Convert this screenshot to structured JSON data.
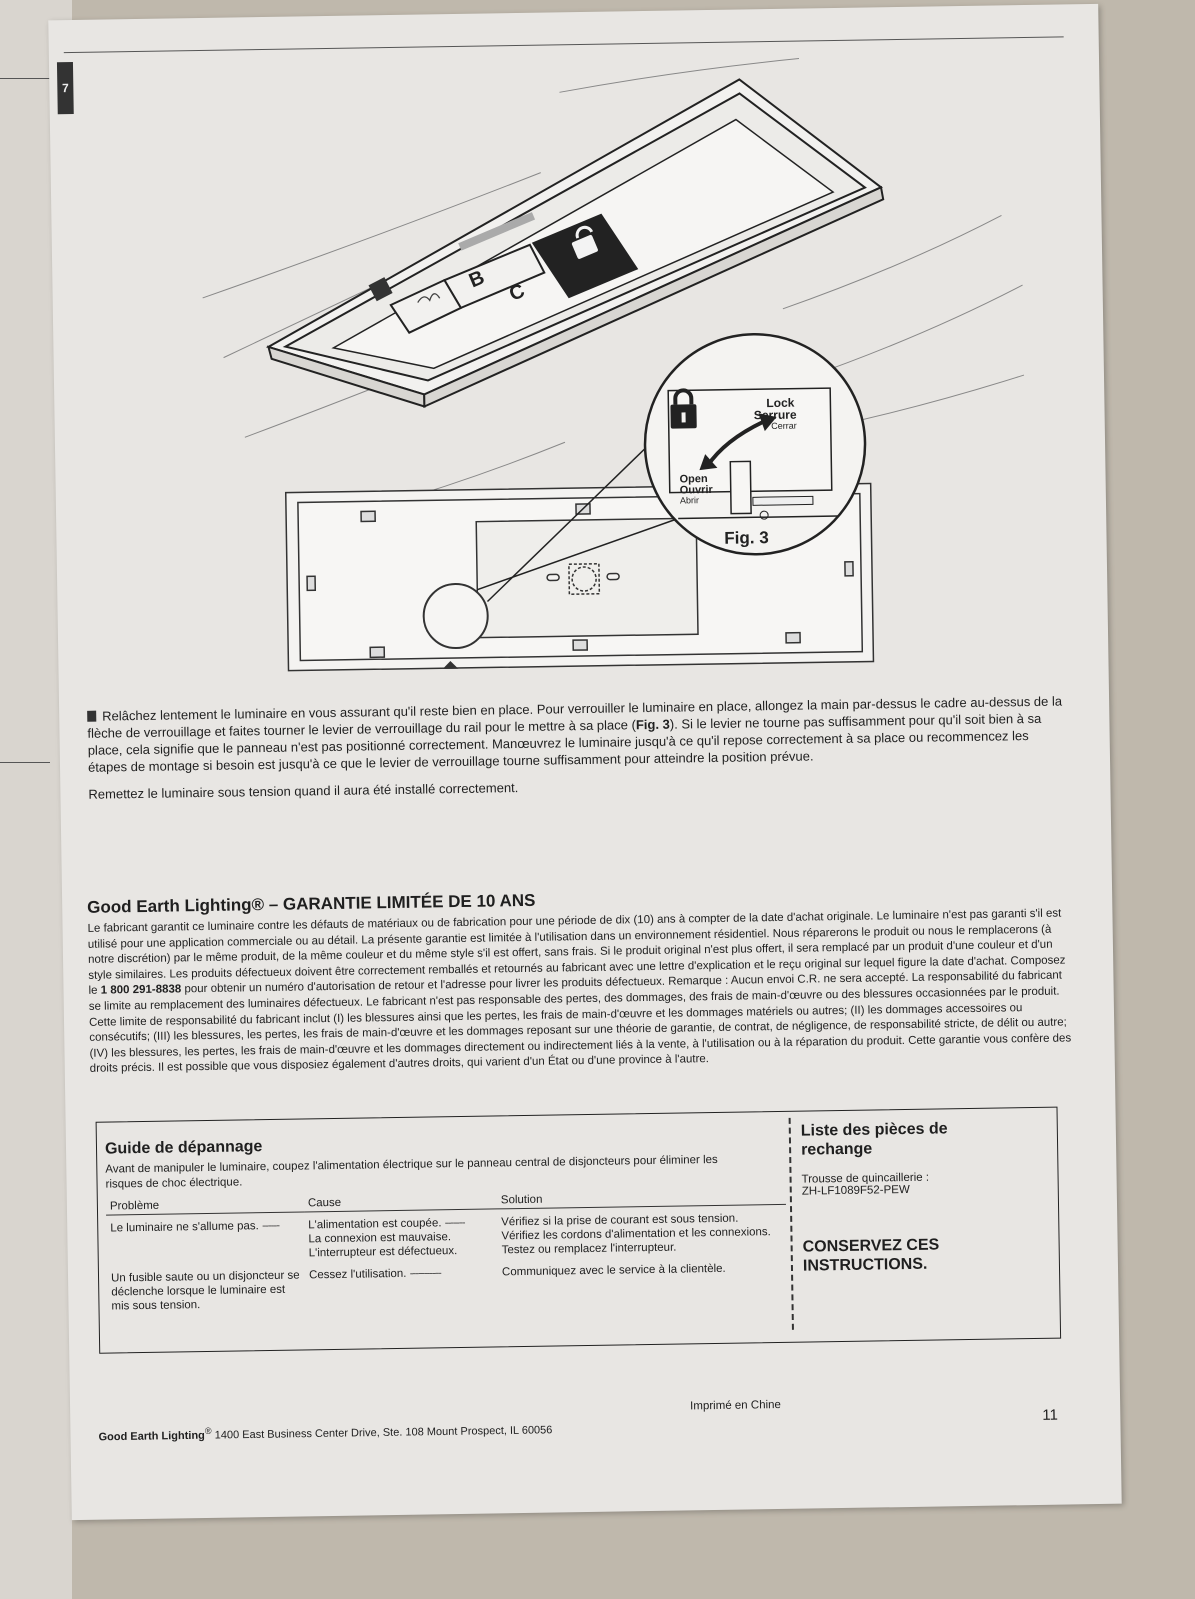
{
  "step": {
    "tab_number": "7",
    "paragraph_1_part_1": "Relâchez lentement le luminaire en vous assurant qu'il reste bien en place. Pour verrouiller le luminaire en place, allongez la main par-dessus le cadre au-dessus de la flèche de verrouillage et faites tourner le levier de verrouillage du rail pour le mettre à sa place (",
    "paragraph_1_fig_ref": "Fig. 3",
    "paragraph_1_part_2": "). Si le levier ne tourne pas suffisamment pour qu'il soit bien à sa place, cela signifie que le panneau n'est pas positionné correctement. Manœuvrez le luminaire jusqu'à ce qu'il repose correctement à sa place ou recommencez les étapes de montage si besoin est jusqu'à ce que le levier de verrouillage tourne suffisamment pour atteindre la position prévue.",
    "paragraph_2": "Remettez le luminaire sous tension quand il aura été installé correctement."
  },
  "figure": {
    "caption": "Fig. 3",
    "label_B": "B",
    "label_C": "C",
    "lock_en": "Lock",
    "lock_fr": "Serrure",
    "lock_es": "Cerrar",
    "open_en": "Open",
    "open_fr": "Ouvrir",
    "open_es": "Abrir"
  },
  "warranty": {
    "title": "Good Earth Lighting® – GARANTIE LIMITÉE DE 10 ANS",
    "body_part_1": "Le fabricant garantit ce luminaire contre les défauts de matériaux ou de fabrication pour une période de dix (10) ans à compter de la date d'achat originale. Le luminaire n'est pas garanti s'il est utilisé pour une application commerciale ou au détail. La présente garantie est limitée à l'utilisation dans un environnement résidentiel. Nous réparerons le produit ou nous le remplacerons (à notre discrétion) par le même produit, de la même couleur et du même style s'il est offert, sans frais. Si le produit original n'est plus offert, il sera remplacé par un produit d'une couleur et d'un style similaires. Les produits défectueux doivent être correctement remballés et retournés au fabricant avec une lettre d'explication et le reçu original sur lequel figure la date d'achat. Composez le ",
    "phone": "1 800 291-8838",
    "body_part_2": " pour obtenir un numéro d'autorisation de retour et l'adresse pour livrer les produits défectueux. Remarque : Aucun envoi C.R. ne sera accepté. La responsabilité du fabricant se limite au remplacement des luminaires défectueux. Le fabricant n'est pas responsable des pertes, des dommages, des frais de main-d'œuvre ou des blessures occasionnées par le produit. Cette limite de responsabilité du fabricant inclut (I) les blessures ainsi que les pertes, les frais de main-d'œuvre et les dommages matériels ou autres; (II) les dommages accessoires ou consécutifs; (III) les blessures, les pertes, les frais de main-d'œuvre et les dommages reposant sur une théorie de garantie, de contrat, de négligence, de responsabilité stricte, de délit ou autre; (IV) les blessures, les pertes, les frais de main-d'œuvre et les dommages directement ou indirectement liés à la vente, à l'utilisation ou à la réparation du produit. Cette garantie vous confère des droits précis. Il est possible que vous disposiez également d'autres droits, qui varient d'un État ou d'une province à l'autre."
  },
  "troubleshooting": {
    "title": "Guide de dépannage",
    "intro": "Avant de manipuler le luminaire, coupez l'alimentation électrique sur le panneau central de disjoncteurs pour éliminer les risques de choc électrique.",
    "headers": [
      "Problème",
      "Cause",
      "Solution"
    ],
    "rows": [
      {
        "problem": "Le luminaire ne s'allume pas.",
        "cause_1": "L'alimentation est coupée.",
        "cause_2": "La connexion est mauvaise.",
        "cause_3": "L'interrupteur est défectueux.",
        "solution_1": "Vérifiez si la prise de courant est sous tension.",
        "solution_2": "Vérifiez les cordons d'alimentation et les connexions.",
        "solution_3": "Testez ou remplacez l'interrupteur."
      },
      {
        "problem": "Un fusible saute ou un disjoncteur se déclenche lorsque le luminaire est mis sous tension.",
        "cause_1": "Cessez l'utilisation.",
        "solution_1": "Communiquez avec le service à la clientèle."
      }
    ]
  },
  "parts": {
    "title": "Liste des pièces de rechange",
    "kit_label": "Trousse de quincaillerie :",
    "kit_code": "ZH-LF1089F52-PEW",
    "keep_note": "CONSERVEZ CES INSTRUCTIONS."
  },
  "footer": {
    "brand": "Good Earth Lighting",
    "address": "1400 East Business Center Drive, Ste. 108  Mount Prospect, IL 60056",
    "printed": "Imprimé en Chine",
    "page_number": "11"
  }
}
